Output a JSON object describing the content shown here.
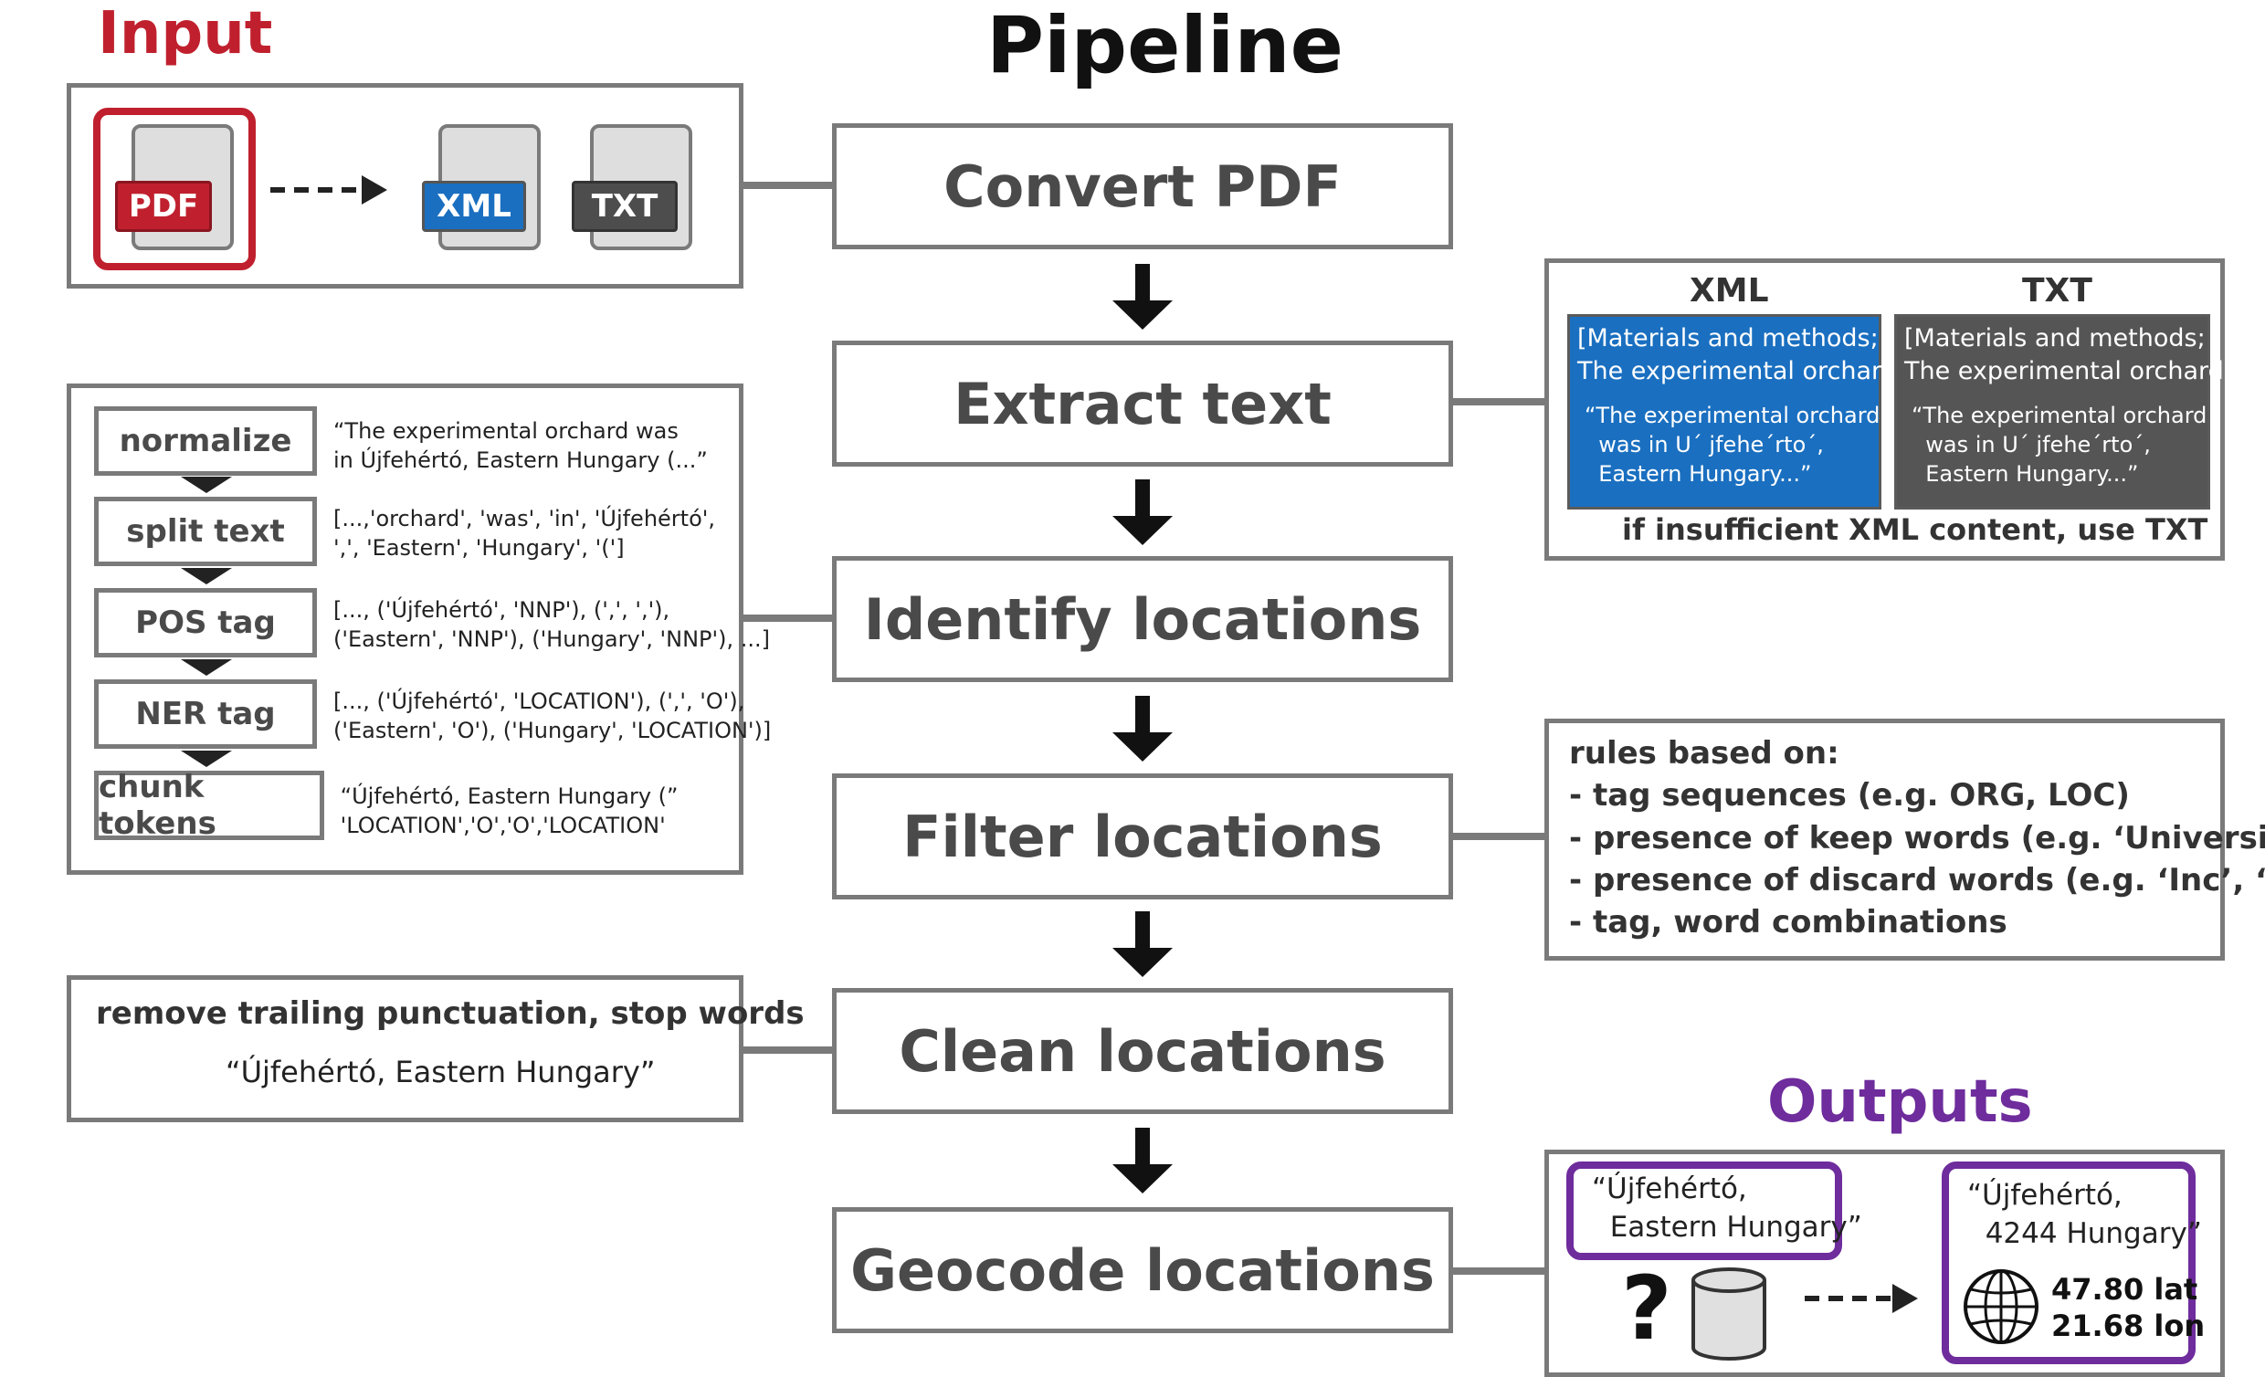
{
  "headings": {
    "input": "Input",
    "pipeline": "Pipeline",
    "outputs": "Outputs"
  },
  "input_panel": {
    "source_label": "PDF",
    "xml_label": "XML",
    "txt_label": "TXT"
  },
  "steps": [
    {
      "label": "Convert PDF"
    },
    {
      "label": "Extract text"
    },
    {
      "label": "Identify locations"
    },
    {
      "label": "Filter locations"
    },
    {
      "label": "Clean locations"
    },
    {
      "label": "Geocode locations"
    }
  ],
  "extract_panel": {
    "xml_title": "XML",
    "txt_title": "TXT",
    "xml_heading": "[Materials and methods;\nThe experimental orchard]",
    "xml_quote": "“The experimental orchard\n  was in U´ jfehe´rto´,\n  Eastern Hungary...”",
    "txt_heading": "[Materials and methods;\nThe experimental orchard]",
    "txt_quote": "“The experimental orchard\n  was in U´ jfehe´rto´,\n  Eastern Hungary...”",
    "note": "if insufficient XML content, use TXT",
    "xml_color": "#1a6fc0",
    "txt_color": "#555555"
  },
  "nlp_panel": {
    "items": [
      {
        "label": "normalize",
        "example": "“The experimental orchard was\nin Újfehértó, Eastern Hungary (...”"
      },
      {
        "label": "split text",
        "example": "[...,'orchard', 'was', 'in', 'Újfehértó',\n',', 'Eastern', 'Hungary', '(']"
      },
      {
        "label": "POS tag",
        "example": "[..., ('Újfehértó', 'NNP'), (',', ','),\n('Eastern', 'NNP'), ('Hungary', 'NNP'), ...]"
      },
      {
        "label": "NER tag",
        "example": "[..., ('Újfehértó', 'LOCATION'), (',', 'O'),\n('Eastern', 'O'), ('Hungary', 'LOCATION')]"
      },
      {
        "label": "chunk tokens",
        "example": " “Újfehértó, Eastern Hungary (”\n 'LOCATION','O','O','LOCATION'"
      }
    ]
  },
  "rules_panel": {
    "title": "rules based on:",
    "lines": [
      "- tag sequences (e.g. ORG, LOC)",
      "- presence of keep words (e.g. ‘University’)",
      "- presence of discard words (e.g. ‘Inc’, ‘et.’)",
      "- tag, word combinations"
    ]
  },
  "clean_panel": {
    "title": "remove trailing punctuation, stop words",
    "example": "“Újfehértó, Eastern Hungary”"
  },
  "outputs_panel": {
    "query": "“Újfehértó,\n  Eastern Hungary”",
    "unknown_symbol": "?",
    "result_name": "“Újfehértó,\n  4244 Hungary”",
    "lat": "47.80 lat",
    "lon": "21.68 lon",
    "icons": [
      "database-icon",
      "globe-icon"
    ]
  },
  "colors": {
    "input_red": "#c0202e",
    "xml_blue": "#1a6fc0",
    "txt_gray": "#555555",
    "outputs_purple": "#6e2c9c",
    "border_gray": "#7a7a7a"
  }
}
